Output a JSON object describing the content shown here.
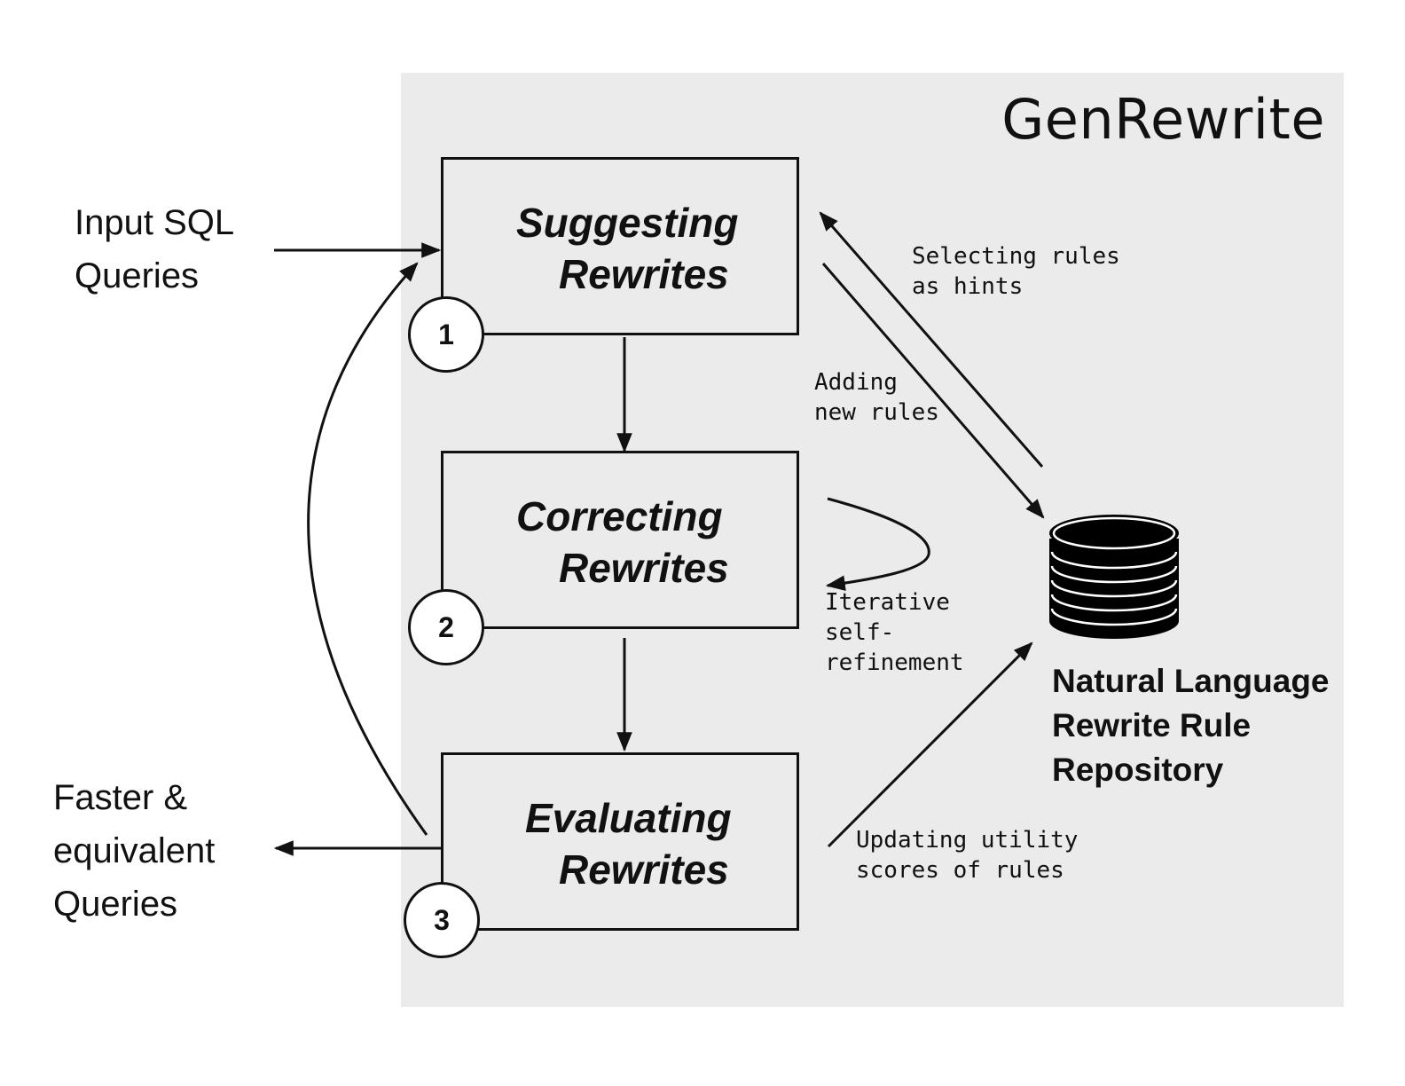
{
  "diagram": {
    "system_title": "GenRewrite",
    "input_label": [
      "Input SQL",
      "Queries"
    ],
    "output_label": [
      "Faster &",
      "equivalent",
      "Queries"
    ],
    "stages": [
      {
        "number": "1",
        "line1": "Suggesting",
        "line2": "Rewrites"
      },
      {
        "number": "2",
        "line1": "Correcting",
        "line2": "Rewrites"
      },
      {
        "number": "3",
        "line1": "Evaluating",
        "line2": "Rewrites"
      }
    ],
    "edge_labels": {
      "selecting": [
        "Selecting rules",
        "as hints"
      ],
      "adding": [
        "Adding",
        "new rules"
      ],
      "iterative": [
        "Iterative",
        "self-",
        "refinement"
      ],
      "updating": [
        "Updating utility",
        "scores of rules"
      ]
    },
    "repository": {
      "icon": "database-icon",
      "label": [
        "Natural Language",
        "Rewrite Rule",
        "Repository"
      ]
    },
    "colors": {
      "panel": "#ebebeb",
      "stroke": "#111111"
    }
  }
}
